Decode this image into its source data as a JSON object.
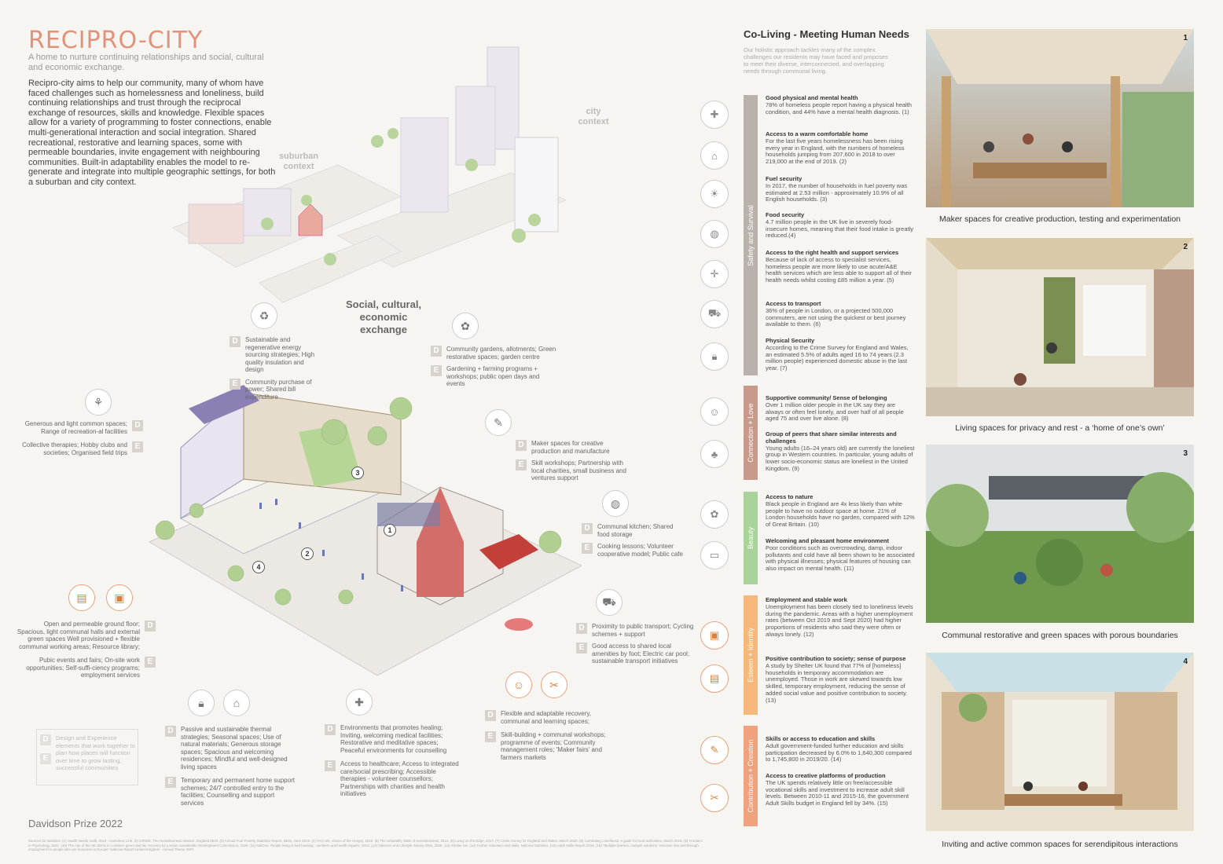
{
  "title": "RECIPRO-CITY",
  "subtitle": "A home to nurture continuing relationships and social, cultural and economic exchange.",
  "intro": "Recipro-city aims to help our community, many of whom have faced challenges such as homelessness and loneliness, build continuing relationships and trust through the reciprocal exchange of resources, skills and knowledge. Flexible spaces allow for a variety of programming to foster connections, enable multi-generational interaction and social integration. Shared recreational, restorative and learning spaces, some with permeable boundaries, invite engagement with neighbouring communities. Built-in adaptability enables the model to re-generate and integrate into multiple geographic settings, for both a suburban and city context.",
  "suburban": "suburban context",
  "city": "city context",
  "exchange": "Social, cultural, economic exchange",
  "prize": "Davidson Prize 2022",
  "sources": "Sources for statistics: (1) Health Needs Audit, 2019 - Homeless Link. (2) CRISIS, The Homelessness Monitor: England 2019. (3) Annual Fuel Poverty Statistics Report, BEIS, June 2019. (4) FAO UN, Voices of the Hungry, 2019. (5) The Unhealthy State of Homelessness, 2014. (6) Living on the Edge, 2017. (7) Crime Survey for England and Wales, March 2020. (8) Combating Loneliness: A guide for local authorities, March 2019. (9) Frontiers in Psychology, 2021. (10) The role of the UK SDGs in London's green and fair recovery by London Sustainable Development Commission, 2020. (11) NatCen, People living in bad housing - numbers and health impacts, 2013. (12) Opinions and Lifestyle Survey ONS, 2020. (13) Shelter UK. (14) Further education and skills, National Statistics. (15) Adult Skills Report 2019. (16) \"Multiple barriers, multiple solutions: Inclusion into and through employment for people who are homeless in Europe\" National Report United Kingdom - Annual Theme 2007.",
  "annotations": [
    {
      "d": "Sustainable and regenerative energy sourcing strategies; High quality insulation and design",
      "e": "Community purchase of power; Shared bill expenditure"
    },
    {
      "d": "Community gardens, allotments; Green restorative spaces; garden centre",
      "e": "Gardening + farming programs + workshops; public open days and events"
    },
    {
      "d": "Generous and light common spaces; Range of recreation-al facilities",
      "e": "Collective therapies; Hobby clubs and societies; Organised field trips"
    },
    {
      "d": "Maker spaces for creative production and manufacture",
      "e": "Skill workshops; Partnership with local charities, small business and ventures support"
    },
    {
      "d": "Communal kitchen; Shared food storage",
      "e": "Cooking lessons; Volunteer cooperative model; Public cafe"
    },
    {
      "d": "Open and permeable ground floor; Spacious, light communal halls and external green spaces Well provisioned + flexible communal working areas; Resource library;",
      "e": "Pubic events and fairs; On-site work opportunities; Self-suffi-ciency programs; employment services"
    },
    {
      "d": "Proximity to public transport; Cycling schemes + support",
      "e": "Good access to shared local amenities by foot; Electric car pool; sustainable transport initiatives"
    },
    {
      "d": "Flexible and adaptable recovery, communal and learning spaces;",
      "e": "Skill-building + communal workshops; programme of events; Community management roles; 'Maker fairs' and farmers markets"
    },
    {
      "d": "Passive and sustainable thermal strategies; Seasonal spaces; Use of natural materials; Generous storage spaces; Spacious and welcoming residences; Mindful and well-designed living spaces",
      "e": "Temporary and permanent home support schemes; 24/7 controlled entry to the facilities; Counselling and support services"
    },
    {
      "d": "Environments that promotes healing; Inviting, welcoming medical facilities; Restorative and meditative spaces; Peaceful environments for counselling",
      "e": "Access to healthcare; Access to integrated care/social prescribing; Accessible therapies - volunteer counsellors; Partnerships with charities and health initiatives"
    }
  ],
  "legend": {
    "d": "Design and Experience elements that work together to plan how places will function over time to grow lasting, successful communities",
    "d_letter": "D",
    "e_letter": "E"
  },
  "right": {
    "title": "Co-Living - Meeting Human Needs",
    "subtitle": "Our holistic approach tackles many of the complex challenges our residents may have faced and proposes to meet their diverse, interconnected, and overlapping needs through communal living.",
    "bands": [
      {
        "label": "Safety and Survival",
        "color": "#b9b2ac"
      },
      {
        "label": "Connection + Love",
        "color": "#c89a8c"
      },
      {
        "label": "Beauty",
        "color": "#a9d39a"
      },
      {
        "label": "Esteem + Identity",
        "color": "#f5b77a"
      },
      {
        "label": "Contribution + Creation",
        "color": "#f0a27e"
      }
    ],
    "needs": [
      {
        "h": "Good physical and mental health",
        "t": "78% of homeless people report having a physical health condition, and 44% have a mental health diagnosis. (1)"
      },
      {
        "h": "Access to a warm comfortable home",
        "t": "For the last five years homelessness has been rising every year in England, with the numbers of homeless households jumping from 207,600 in 2018 to over 219,000 at the end of 2019. (2)"
      },
      {
        "h": "Fuel security",
        "t": "In 2017, the number of households in fuel poverty was estimated at 2.53 million - approximately 10.9% of all English households. (3)"
      },
      {
        "h": "Food security",
        "t": "4.7 million people in the UK live in severely food-insecure homes, meaning that their food intake is greatly reduced.(4)"
      },
      {
        "h": "Access to the right health and support services",
        "t": "Because of lack of access to specialist services, homeless people are more likely to use acute/A&E health services which are less able to support all of their health needs whilst costing £85 million a year. (5)"
      },
      {
        "h": "Access to transport",
        "t": "36% of people in London, or a projected 500,000 commuters, are not using the quickest or best journey available to them. (6)"
      },
      {
        "h": "Physical Security",
        "t": "According to the Crime Survey for England and Wales, an estimated 5.5% of adults aged 16 to 74 years (2.3 million people) experienced domestic abuse in the last year. (7)"
      },
      {
        "h": "Supportive community/ Sense of belonging",
        "t": "Over 1 million older people in the UK say they are always or often feel lonely, and over half of all people aged 75 and over live alone. (8)"
      },
      {
        "h": "Group of peers that share similar interests and challenges",
        "t": "Young adults (16–24 years old) are currently the loneliest group in Western countries. In particular, young adults of lower socio-economic status are loneliest in the United Kingdom. (9)"
      },
      {
        "h": "Access to nature",
        "t": "Black people in England are 4x less likely than white people to have no outdoor space at home. 21% of London households have no garden, compared with 12% of Great Britain. (10)"
      },
      {
        "h": "Welcoming and pleasant home environment",
        "t": "Poor conditions such as overcrowding, damp, indoor pollutants and cold have all been shown to be associated with physical illnesses; physical features of housing can also impact on mental health. (11)"
      },
      {
        "h": "Employment and stable work",
        "t": "Unemployment has been closely tied to loneliness levels during the pandemic. Areas with a higher unemployment rates (between Oct 2019 and Sept 2020) had higher proportions of residents who said they were often or always lonely. (12)"
      },
      {
        "h": "Positive contribution to society; sense of purpose",
        "t": "A study by Shelter UK found that 77% of [homeless] households in temporary accommodation are unemployed. Those in work are skewed towards low skilled, temporary employment, reducing the sense of added social value and positive contribution to society. (13)"
      },
      {
        "h": "Skills or access to education and skills",
        "t": "Adult government-funded further education and skills participation decreased by 6.0% to 1,640,300 compared to 1,745,800 in 2019/20. (14)"
      },
      {
        "h": "Access to creative platforms of production",
        "t": "The UK spends relatively little on free/accessible vocational skills and investment to increase adult skill levels. Between 2010-11 and 2015-16, the government Adult Skills budget in England fell by 34%. (15)"
      }
    ],
    "photos": [
      {
        "n": "1",
        "caption": "Maker spaces for creative production, testing and experimentation"
      },
      {
        "n": "2",
        "caption": "Living spaces for privacy and rest - a ‘home of one’s own’"
      },
      {
        "n": "3",
        "caption": "Communal restorative and green spaces with porous boundaries"
      },
      {
        "n": "4",
        "caption": "Inviting and active common spaces for serendipitous interactions"
      }
    ]
  },
  "numbers": [
    "1",
    "2",
    "3",
    "4"
  ]
}
